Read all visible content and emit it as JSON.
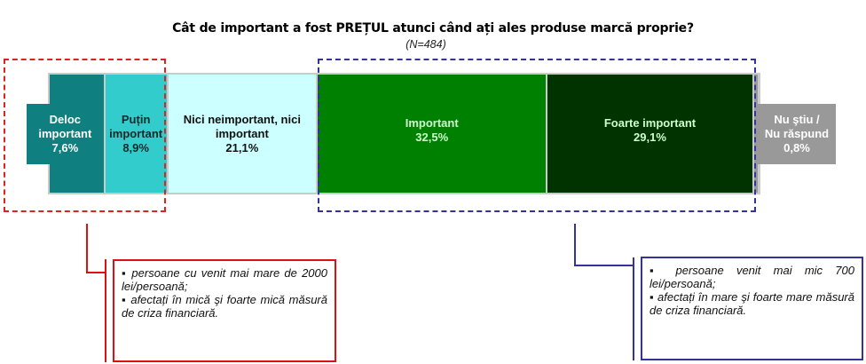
{
  "chart_data": {
    "type": "bar",
    "orientation": "horizontal-stacked-100",
    "title": "Cât de important a fost PREȚUL atunci când ați ales produse marcă proprie?",
    "subtitle": "(N=484)",
    "unit": "%",
    "series": [
      {
        "name": "Deloc important",
        "label_lines": [
          "Deloc",
          "important"
        ],
        "value": 7.6,
        "value_label": "7,6%",
        "color": "#0f7f7f",
        "text_color": "#ffffff"
      },
      {
        "name": "Puțin important",
        "label_lines": [
          "Puțin",
          "important"
        ],
        "value": 8.9,
        "value_label": "8,9%",
        "color": "#33cccc",
        "text_color": "#0a2a2a"
      },
      {
        "name": "Nici neimportant, nici important",
        "label_lines": [
          "Nici neimportant, nici",
          "important"
        ],
        "value": 21.1,
        "value_label": "21,1%",
        "color": "#ccffff",
        "text_color": "#111111"
      },
      {
        "name": "Important",
        "label_lines": [
          "Important"
        ],
        "value": 32.5,
        "value_label": "32,5%",
        "color": "#008000",
        "text_color": "#ccffcc"
      },
      {
        "name": "Foarte important",
        "label_lines": [
          "Foarte important"
        ],
        "value": 29.1,
        "value_label": "29,1%",
        "color": "#003300",
        "text_color": "#ccffcc"
      },
      {
        "name": "Nu știu / Nu răspund",
        "label_lines": [
          "Nu ştiu /",
          "Nu răspund"
        ],
        "value": 0.8,
        "value_label": "0,8%",
        "color": "#999999",
        "text_color": "#ffffff"
      }
    ]
  },
  "callouts": {
    "left": {
      "color": "#dd1111",
      "items": [
        "▪ persoane cu venit mai mare de 2000 lei/persoană;",
        "▪ afectați în mică şi foarte mică măsură de criza financiară."
      ]
    },
    "right": {
      "color": "#333399",
      "items": [
        "▪ persoane venit mai mic 700 lei/persoană;",
        "▪ afectați în mare şi foarte mare măsură de criza financiară."
      ]
    }
  }
}
